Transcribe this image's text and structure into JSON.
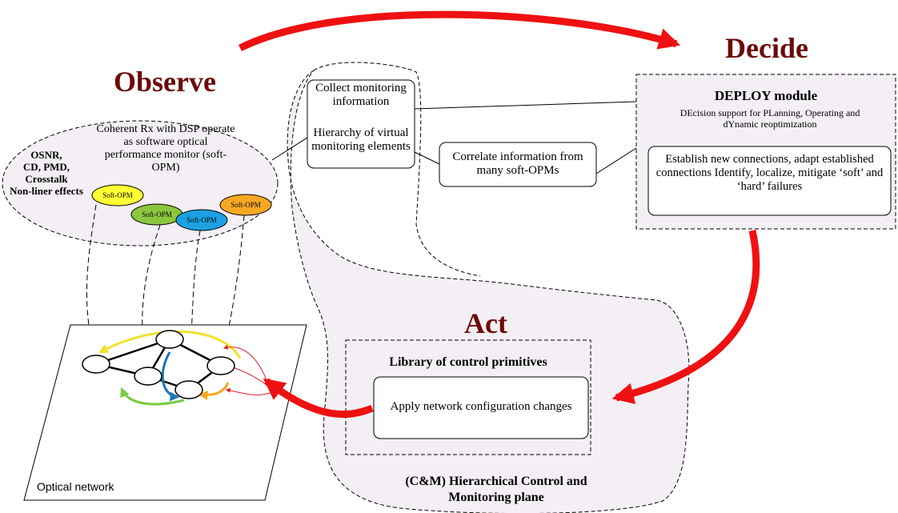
{
  "phases": {
    "observe": "Observe",
    "decide": "Decide",
    "act": "Act"
  },
  "observe": {
    "coherent_rx": "Coherent Rx with DSP operate as software optical performance monitor (soft-OPM)",
    "impairments": [
      "OSNR,",
      "CD, PMD,",
      "Crosstalk",
      "Non-liner effects"
    ],
    "soft_opm_label": "Soft-OPM",
    "soft_opm_colors": [
      "#ffff33",
      "#8cc63f",
      "#1ba1e2",
      "#f7a823"
    ]
  },
  "monitoring": {
    "collect": "Collect monitoring information",
    "hierarchy": "Hierarchy of virtual monitoring elements",
    "correlate": "Correlate information from many soft-OPMs"
  },
  "deploy": {
    "title": "DEPLOY module",
    "subtitle": "DEcision support for PLanning, Operating and dYnamic reoptimization",
    "actions": "Establish new connections, adapt established connections Identify, localize, mitigate ‘soft’ and ‘hard’ failures"
  },
  "act_module": {
    "title": "Library of control primitives",
    "apply": "Apply network configuration changes"
  },
  "plane": {
    "label": "(C&M) Hierarchical Control and Monitoring plane"
  },
  "network": {
    "label": "Optical network"
  },
  "colors": {
    "phase_title": "#6b0a0a",
    "arrow": "#ee1111",
    "plane_fill": "#f3eff4"
  }
}
